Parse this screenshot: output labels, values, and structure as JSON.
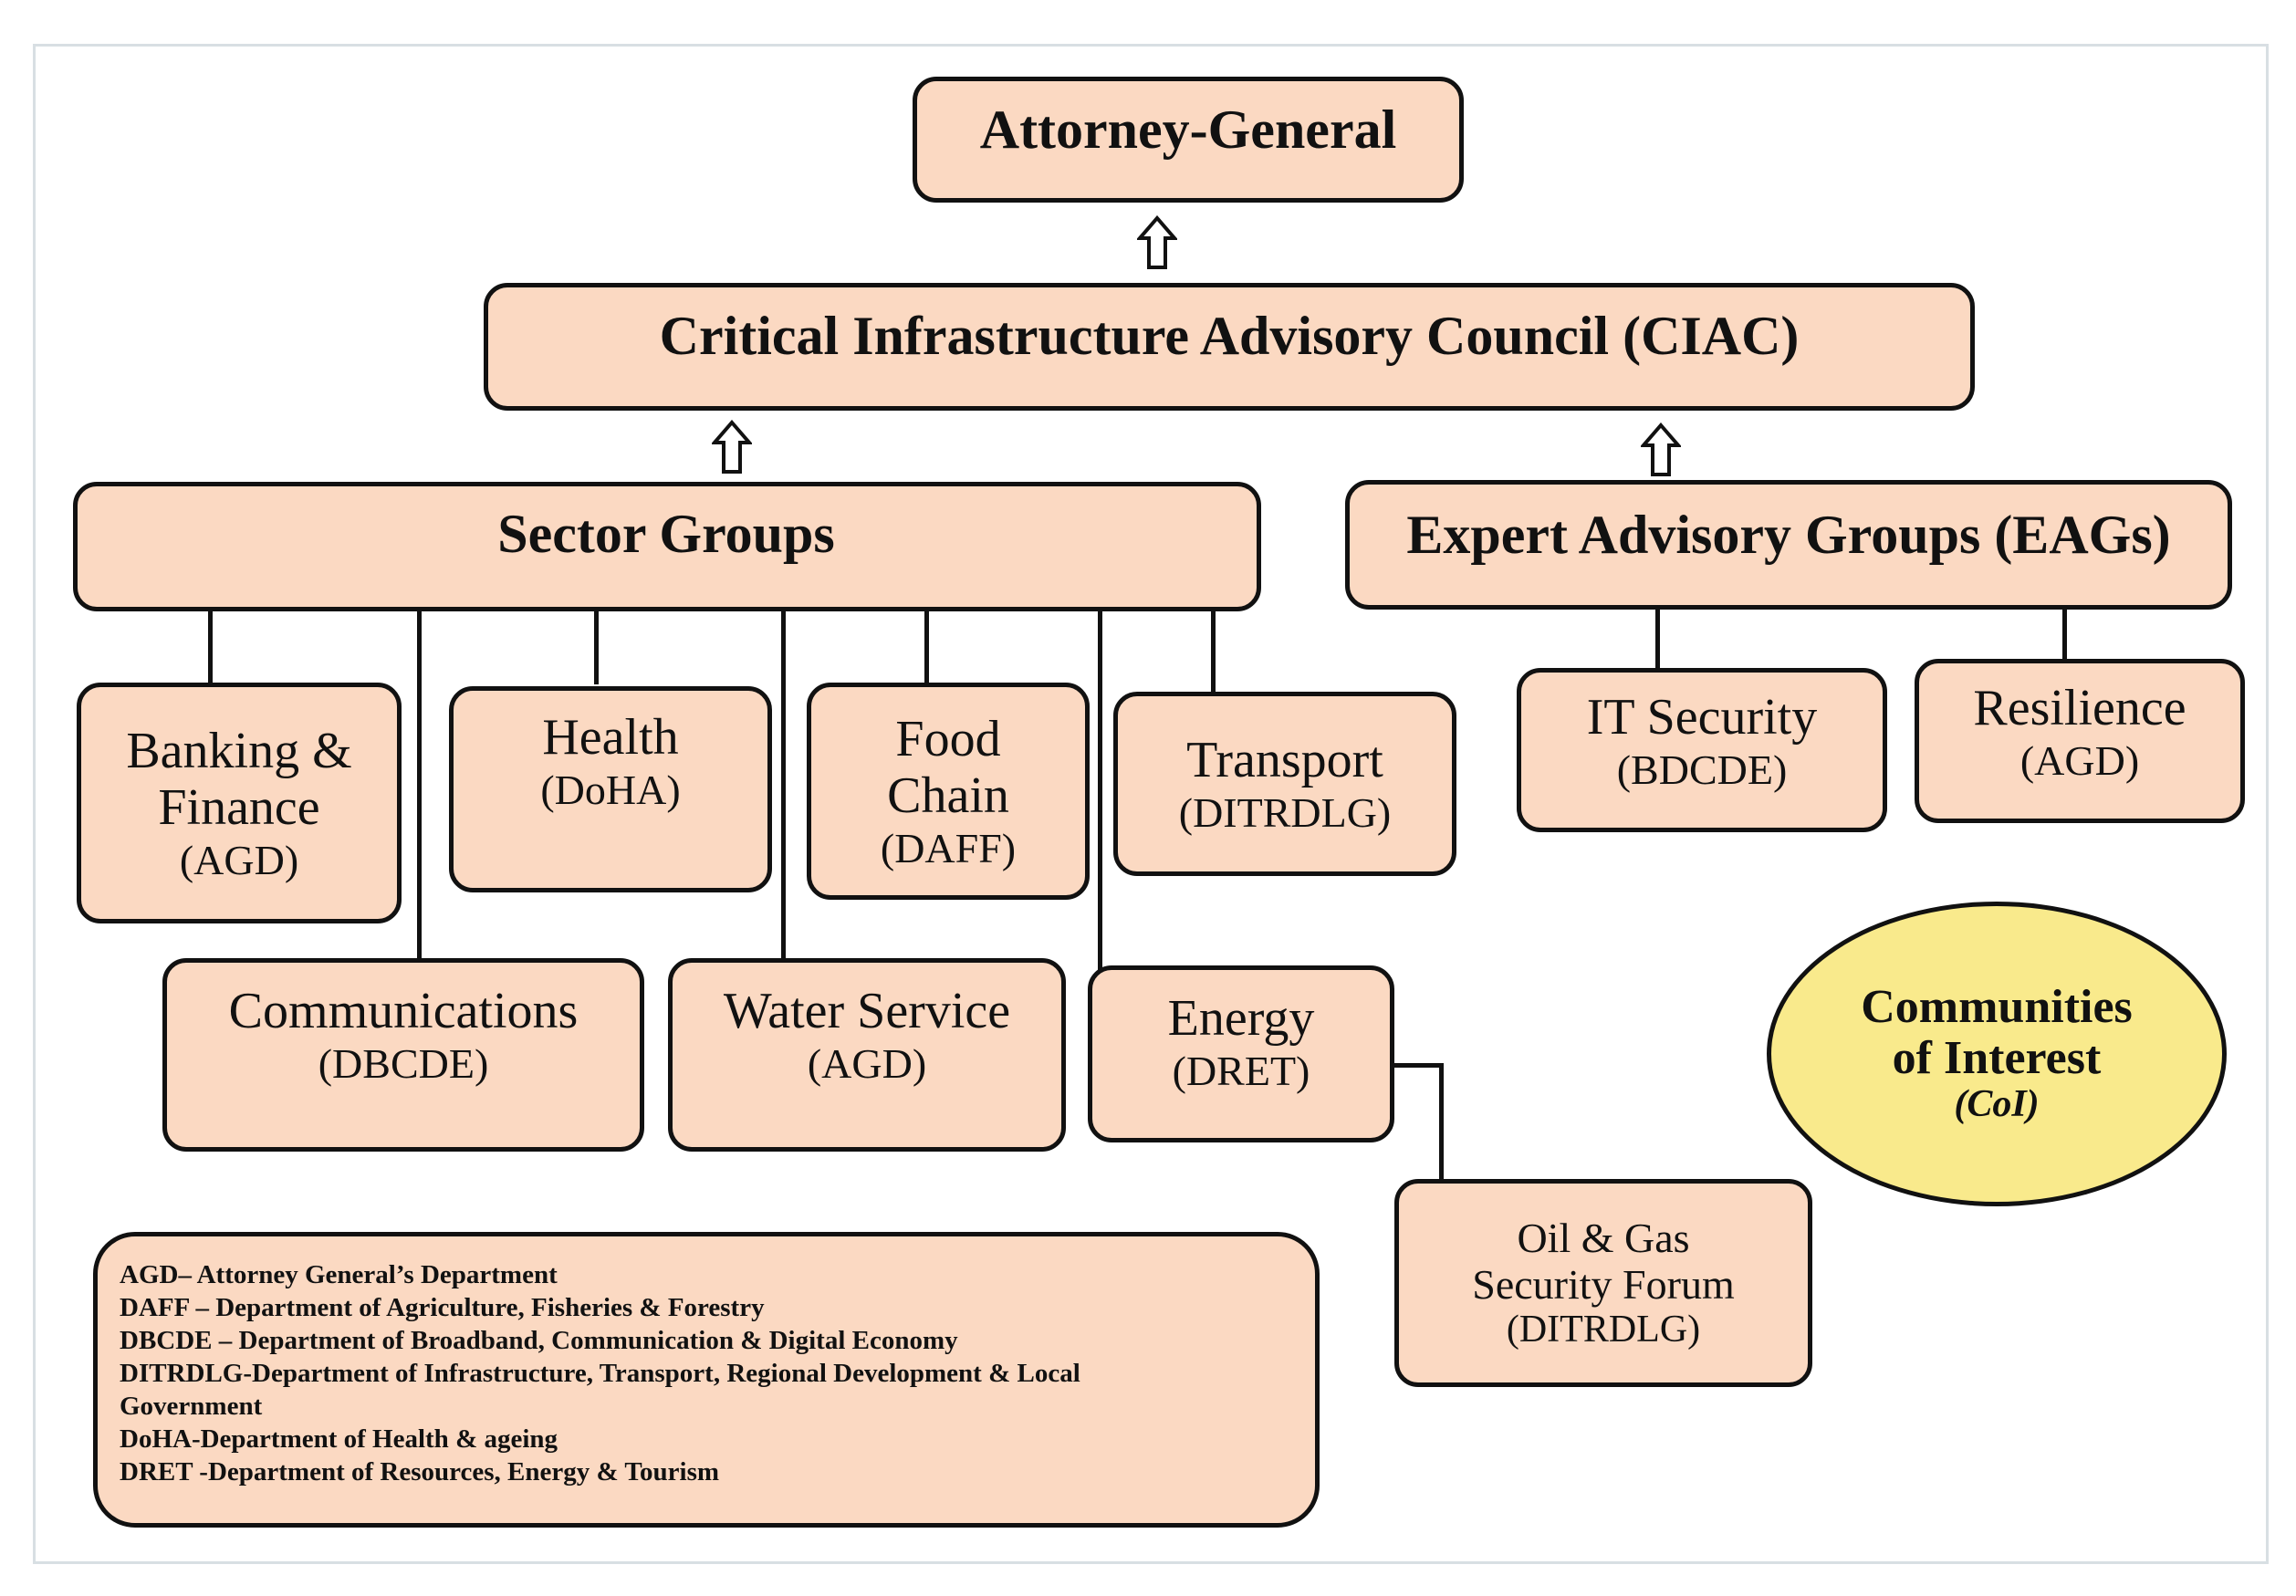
{
  "attorney_general": {
    "label": "Attorney-General"
  },
  "ciac": {
    "label": "Critical Infrastructure Advisory Council (CIAC)"
  },
  "sector_groups": {
    "label": "Sector Groups",
    "items": [
      {
        "line1": "Banking &",
        "line2": "Finance",
        "abbr": "(AGD)"
      },
      {
        "line1": "Health",
        "abbr": "(DoHA)"
      },
      {
        "line1": "Food",
        "line2": "Chain",
        "abbr": "(DAFF)"
      },
      {
        "line1": "Transport",
        "abbr": "(DITRDLG)"
      },
      {
        "line1": "Communications",
        "abbr": "(DBCDE)"
      },
      {
        "line1": "Water Service",
        "abbr": "(AGD)"
      },
      {
        "line1": "Energy",
        "abbr": "(DRET)"
      }
    ]
  },
  "expert_groups": {
    "label": "Expert Advisory Groups (EAGs)",
    "items": [
      {
        "line1": "IT Security",
        "abbr": "(BDCDE)"
      },
      {
        "line1": "Resilience",
        "abbr": "(AGD)"
      }
    ]
  },
  "oil_gas": {
    "line1": "Oil & Gas",
    "line2": "Security Forum",
    "abbr": "(DITRDLG)"
  },
  "communities": {
    "line1": "Communities",
    "line2": "of Interest",
    "abbr": "(CoI)"
  },
  "legend": [
    "AGD– Attorney General’s Department",
    "DAFF – Department of Agriculture, Fisheries & Forestry",
    "DBCDE – Department of Broadband, Communication & Digital Economy",
    "DITRDLG-Department of Infrastructure, Transport, Regional  Development & Local",
    "Government",
    "DoHA-Department of Health & ageing",
    "DRET -Department of Resources, Energy & Tourism"
  ]
}
